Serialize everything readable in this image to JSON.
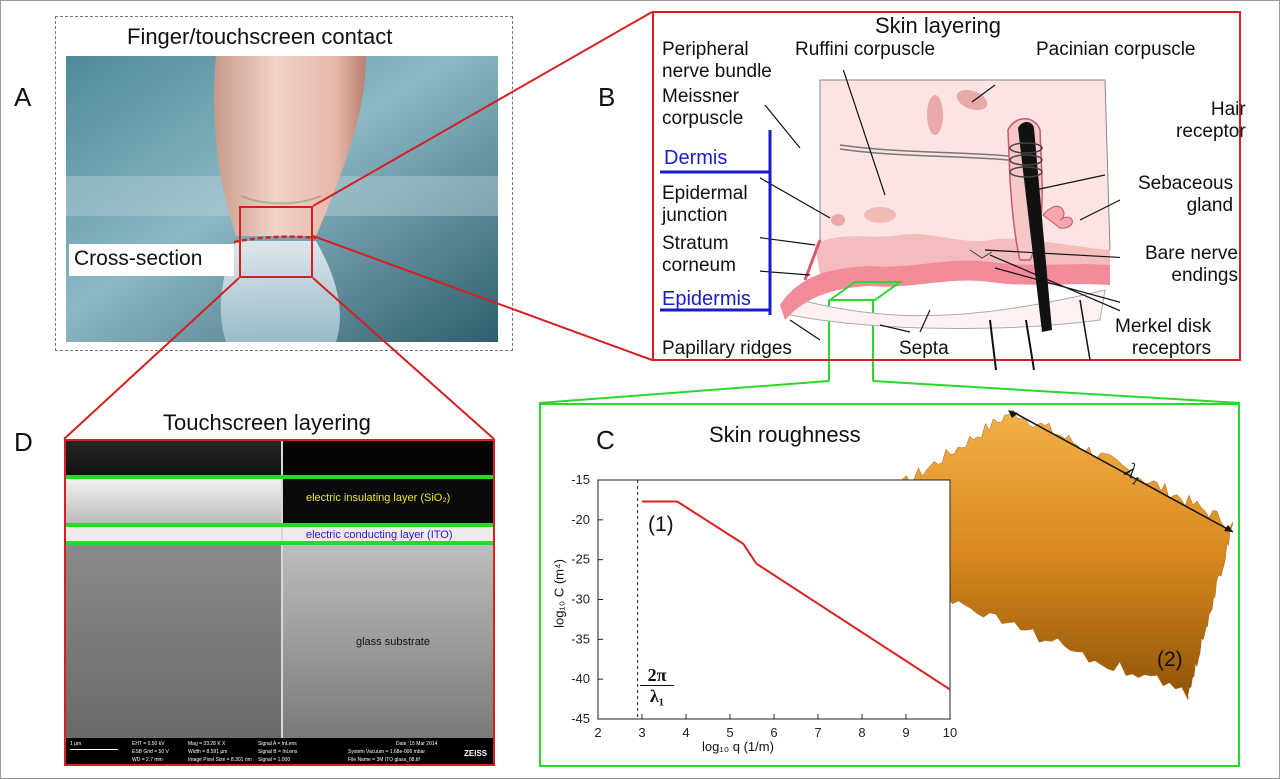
{
  "panels": {
    "a": {
      "letter": "A",
      "title": "Finger/touchscreen contact",
      "callout": "Cross-section"
    },
    "b": {
      "letter": "B",
      "title": "Skin layering",
      "labels": {
        "peripheral": "Peripheral\nnerve bundle",
        "ruffini": "Ruffini corpuscle",
        "pacinian": "Pacinian corpuscle",
        "meissner": "Meissner\ncorpuscle",
        "hair": "Hair\nreceptor",
        "dermis": "Dermis",
        "epidermal": "Epidermal\njunction",
        "sebaceous": "Sebaceous\ngland",
        "stratum": "Stratum\ncorneum",
        "bare": "Bare nerve\nendings",
        "epidermis": "Epidermis",
        "merkel": "Merkel disk\nreceptors",
        "papillary": "Papillary ridges",
        "septa": "Septa"
      }
    },
    "c": {
      "letter": "C",
      "title": "Skin roughness",
      "lambda_label": "λ₁",
      "curve_label": "(1)",
      "surface_label": "(2)",
      "cutoff_label": "2π / λ₁",
      "cutoff_num": "2π",
      "cutoff_den": "λ₁"
    },
    "d": {
      "letter": "D",
      "title": "Touchscreen layering",
      "layer_insulating": "electric insulating layer (SiO₂)",
      "layer_conducting": "electric conducting layer (ITO)",
      "layer_glass": "glass substrate",
      "sem_info": {
        "scale": "1 µm",
        "eht": "EHT = 0.50 kV",
        "esb": "ESB Grid = 50 V",
        "wd": "WD = 2.7 mm",
        "mag": "Mag = 33.28 K X",
        "width": "Width = 8.591 µm",
        "pixel": "Image Pixel Size = 8.301 nm",
        "signal_a": "Signal A = InLens",
        "signal_b": "Signal B = InLens",
        "signal": "Signal = 1.000",
        "date": "Date :15 Mar 2014",
        "vacuum": "System Vacuum = 1.68e-006 mbar",
        "file": "File Name = 3M ITO glass_08.tif",
        "brand": "ZEISS"
      }
    }
  },
  "chart_data": {
    "type": "line",
    "xlabel": "log₁₀ q  (1/m)",
    "ylabel": "log₁₀ C  (m⁴)",
    "xlim": [
      2,
      10
    ],
    "ylim": [
      -45,
      -15
    ],
    "xticks": [
      2,
      3,
      4,
      5,
      6,
      7,
      8,
      9,
      10
    ],
    "yticks": [
      -15,
      -20,
      -25,
      -30,
      -35,
      -40,
      -45
    ],
    "vline_x": 2.9,
    "series": [
      {
        "color": "#e02020",
        "x": [
          3.0,
          3.8,
          5.3,
          5.6,
          10.0
        ],
        "y": [
          -17.7,
          -17.7,
          -23.0,
          -25.5,
          -41.3
        ]
      }
    ]
  }
}
